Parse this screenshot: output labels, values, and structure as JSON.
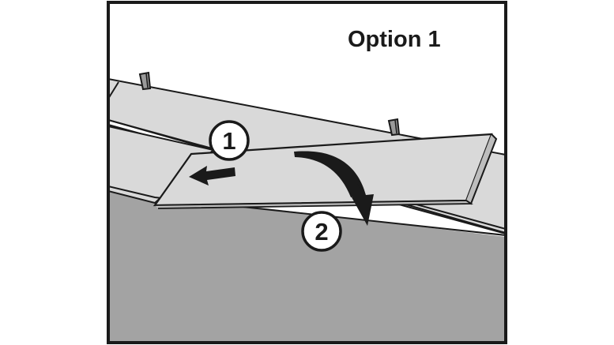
{
  "title": "Option 1",
  "steps": [
    {
      "label": "1"
    },
    {
      "label": "2"
    }
  ],
  "colors": {
    "frame": "#1a1a1a",
    "floor": "#a3a3a3",
    "plank": "#d9d9d9",
    "background": "#ffffff",
    "ink": "#1a1a1a"
  }
}
